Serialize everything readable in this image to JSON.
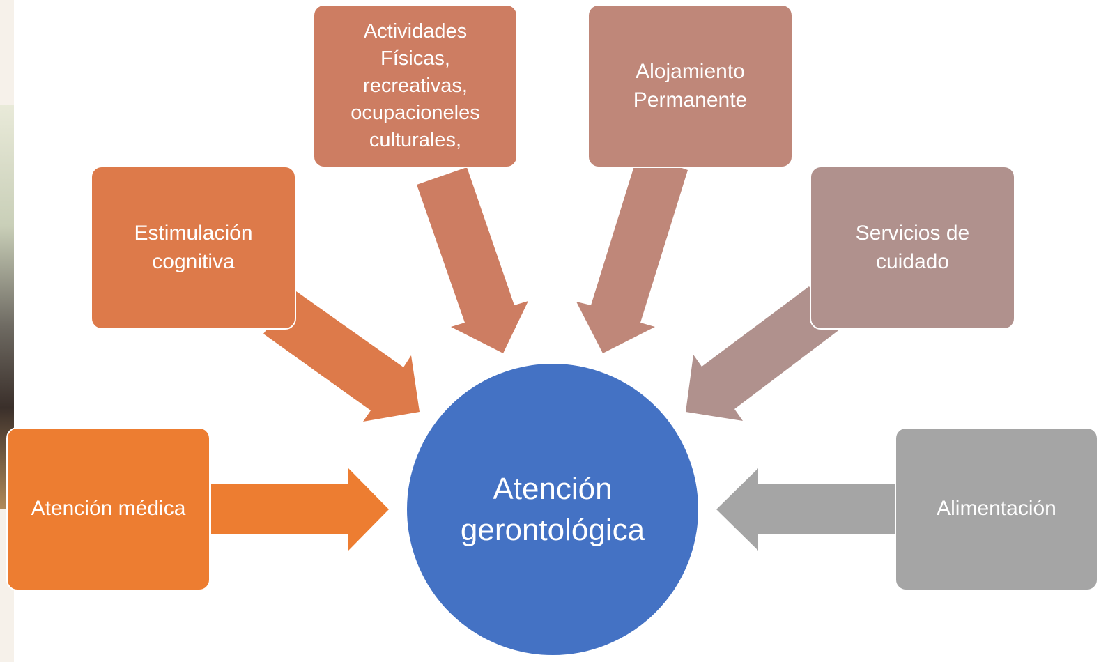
{
  "diagram": {
    "center": {
      "label": "Atención\ngerontológica",
      "color": "#4472c4"
    },
    "nodes": [
      {
        "id": "atencion-medica",
        "label": "Atención médica",
        "color": "#ed7d31"
      },
      {
        "id": "estimulacion",
        "label": "Estimulación\ncognitiva",
        "color": "#dd7a4a"
      },
      {
        "id": "actividades",
        "label": "Actividades\nFísicas,\nrecreativas,\nocupacioneles\nculturales,",
        "color": "#cd7d62"
      },
      {
        "id": "alojamiento",
        "label": "Alojamiento\nPermanente",
        "color": "#bf8779"
      },
      {
        "id": "servicios",
        "label": "Servicios de\ncuidado",
        "color": "#b0918d"
      },
      {
        "id": "alimentacion",
        "label": "Alimentación",
        "color": "#a5a5a5"
      }
    ]
  }
}
